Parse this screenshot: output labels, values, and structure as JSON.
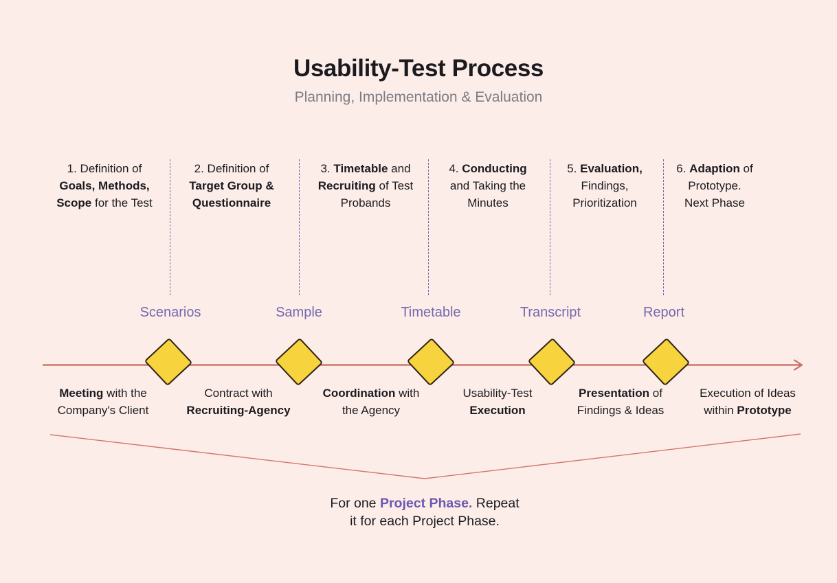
{
  "title": "Usability-Test Process",
  "subtitle": "Planning, Implementation & Evaluation",
  "phases": [
    {
      "lines": [
        [
          {
            "t": "1. Definition of"
          }
        ],
        [
          {
            "t": "Goals, Methods,",
            "b": true
          }
        ],
        [
          {
            "t": "Scope",
            "b": true
          },
          {
            "t": " for the Test"
          }
        ]
      ]
    },
    {
      "lines": [
        [
          {
            "t": "2. Definition of"
          }
        ],
        [
          {
            "t": "Target Group &",
            "b": true
          }
        ],
        [
          {
            "t": "Questionnaire",
            "b": true
          }
        ]
      ]
    },
    {
      "lines": [
        [
          {
            "t": "3. "
          },
          {
            "t": "Timetable",
            "b": true
          },
          {
            "t": " and"
          }
        ],
        [
          {
            "t": "Recruiting",
            "b": true
          },
          {
            "t": " of Test"
          }
        ],
        [
          {
            "t": "Probands"
          }
        ]
      ]
    },
    {
      "lines": [
        [
          {
            "t": "4. "
          },
          {
            "t": "Conducting",
            "b": true
          }
        ],
        [
          {
            "t": "and Taking the"
          }
        ],
        [
          {
            "t": "Minutes"
          }
        ]
      ]
    },
    {
      "lines": [
        [
          {
            "t": "5. "
          },
          {
            "t": "Evaluation,",
            "b": true
          }
        ],
        [
          {
            "t": "Findings,"
          }
        ],
        [
          {
            "t": "Prioritization"
          }
        ]
      ]
    },
    {
      "lines": [
        [
          {
            "t": "6. "
          },
          {
            "t": "Adaption",
            "b": true
          },
          {
            "t": " of"
          }
        ],
        [
          {
            "t": "Prototype."
          }
        ],
        [
          {
            "t": "Next Phase"
          }
        ]
      ]
    }
  ],
  "milestones": [
    {
      "label": "Scenarios",
      "icon": "diamond-milestone-icon"
    },
    {
      "label": "Sample",
      "icon": "diamond-milestone-icon"
    },
    {
      "label": "Timetable",
      "icon": "diamond-milestone-icon"
    },
    {
      "label": "Transcript",
      "icon": "diamond-milestone-icon"
    },
    {
      "label": "Report",
      "icon": "diamond-milestone-icon"
    }
  ],
  "activities": [
    {
      "lines": [
        [
          {
            "t": "Meeting",
            "b": true
          },
          {
            "t": " with the"
          }
        ],
        [
          {
            "t": "Company's Client"
          }
        ]
      ]
    },
    {
      "lines": [
        [
          {
            "t": "Contract with"
          }
        ],
        [
          {
            "t": "Recruiting-Agency",
            "b": true
          }
        ]
      ]
    },
    {
      "lines": [
        [
          {
            "t": "Coordination",
            "b": true
          },
          {
            "t": " with"
          }
        ],
        [
          {
            "t": "the Agency"
          }
        ]
      ]
    },
    {
      "lines": [
        [
          {
            "t": "Usability-Test"
          }
        ],
        [
          {
            "t": "Execution",
            "b": true
          }
        ]
      ]
    },
    {
      "lines": [
        [
          {
            "t": "Presentation",
            "b": true
          },
          {
            "t": " of"
          }
        ],
        [
          {
            "t": "Findings & Ideas"
          }
        ]
      ]
    },
    {
      "lines": [
        [
          {
            "t": "Execution of Ideas"
          }
        ],
        [
          {
            "t": "within "
          },
          {
            "t": "Prototype",
            "b": true
          }
        ]
      ]
    }
  ],
  "note": {
    "lines": [
      [
        {
          "t": "For one "
        },
        {
          "t": "Project Phase.",
          "b": true,
          "purple": true
        },
        {
          "t": " Repeat"
        }
      ],
      [
        {
          "t": "it for each Project Phase."
        }
      ]
    ]
  },
  "colors": {
    "background": "#FCEDE9",
    "accent_red": "#C66A5D",
    "bracket_red": "#D4756A",
    "accent_purple": "#7668AE",
    "accent_purple_bold": "#6C58B0",
    "diamond_yellow": "#F7D33E",
    "diamond_border": "#2F2318",
    "text_dark": "#1B1B1F",
    "text_gray": "#7C7C83"
  }
}
